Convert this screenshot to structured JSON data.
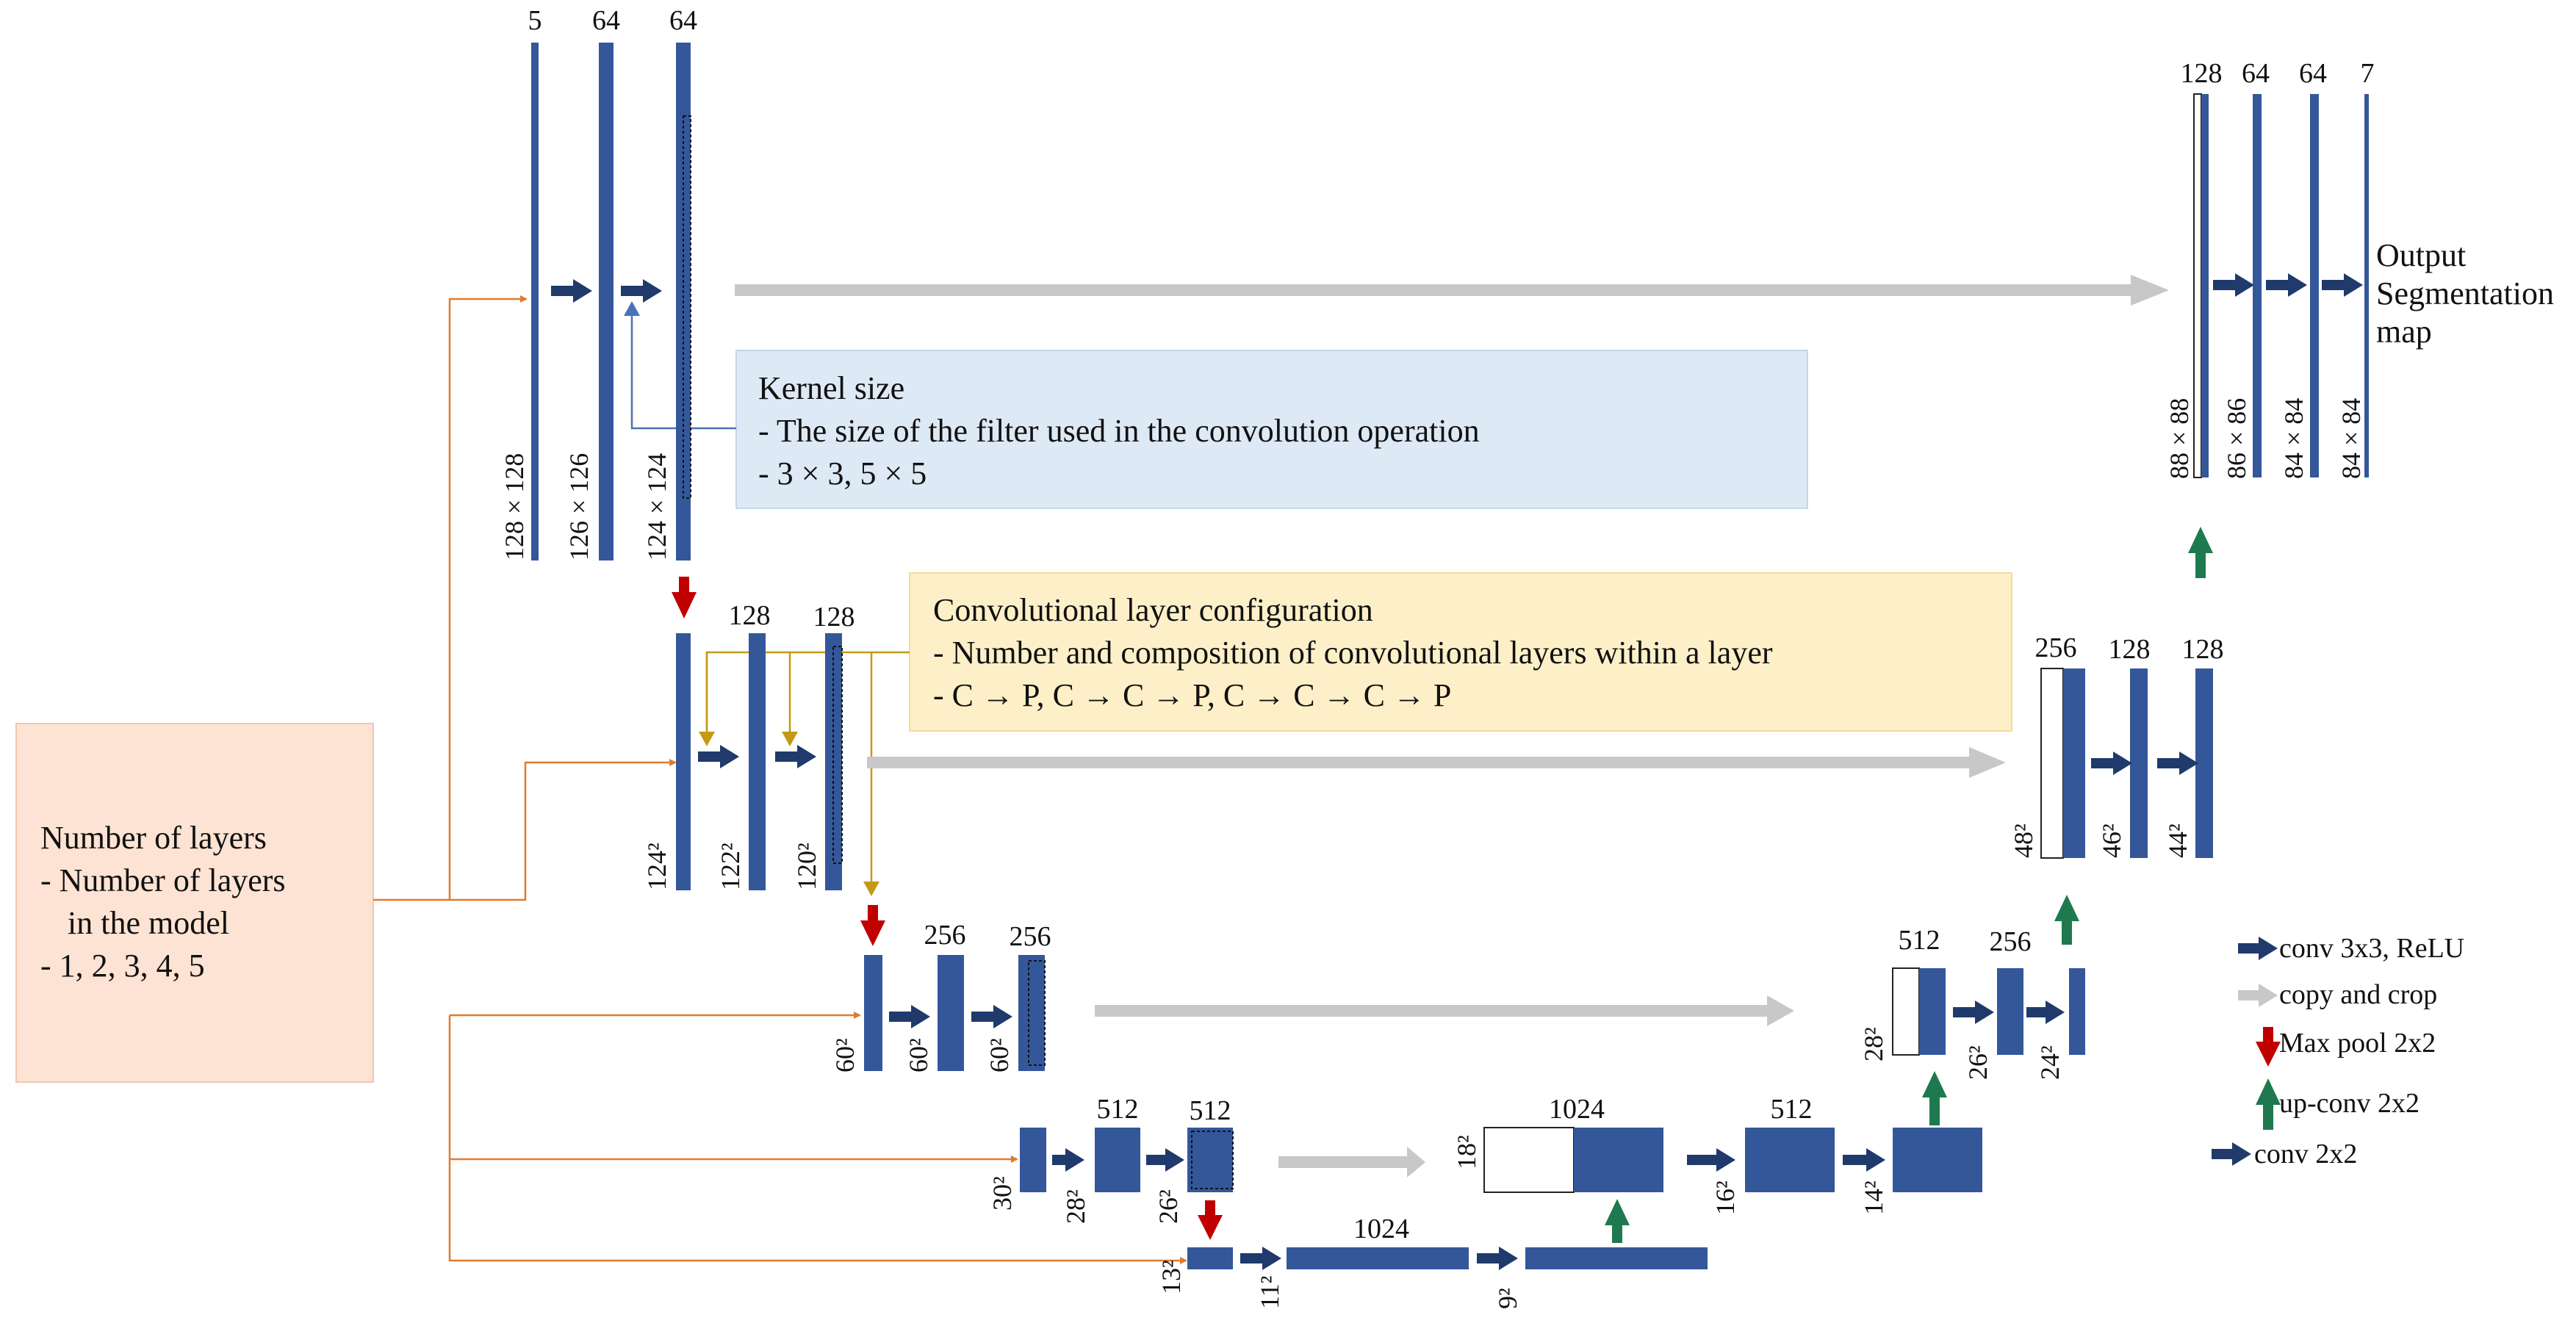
{
  "colors": {
    "block": "#34579a",
    "copy_arrow": "#c8c8c8",
    "pool_arrow": "#c00000",
    "upconv_arrow": "#1e7a4e",
    "conv_arrow": "#1f3a6b",
    "orange_line": "#e07b2e",
    "olive_line": "#c49a14",
    "blue_line": "#4a72b8",
    "kernel_box": "#dde9f5",
    "conv_box": "#fdf0c8",
    "layers_box": "#fce3d3"
  },
  "encoder": {
    "level1": {
      "channels": [
        "5",
        "64",
        "64"
      ],
      "sizes": [
        "128 × 128",
        "126 × 126",
        "124 × 124"
      ]
    },
    "level2": {
      "channels": [
        "128",
        "128"
      ],
      "sizes": [
        "124²",
        "122²",
        "120²"
      ]
    },
    "level3": {
      "channels": [
        "256",
        "256"
      ],
      "sizes": [
        "60²",
        "60²",
        "60²"
      ]
    },
    "level4": {
      "channels": [
        "512",
        "512"
      ],
      "sizes": [
        "30²",
        "28²",
        "26²"
      ]
    },
    "level5": {
      "channels": [
        "1024"
      ],
      "sizes": [
        "13²",
        "11²",
        "9²"
      ]
    }
  },
  "decoder": {
    "level4": {
      "channels": [
        "1024",
        "512"
      ],
      "sizes": [
        "18²",
        "16²",
        "14²"
      ]
    },
    "level3": {
      "channels": [
        "512",
        "256"
      ],
      "sizes": [
        "28²",
        "26²",
        "24²"
      ]
    },
    "level2": {
      "channels": [
        "256",
        "128",
        "128"
      ],
      "sizes": [
        "48²",
        "46²",
        "44²"
      ]
    },
    "level1": {
      "channels": [
        "128",
        "64",
        "64",
        "7"
      ],
      "sizes": [
        "88 × 88",
        "86 × 86",
        "84 × 84",
        "84 × 84"
      ]
    }
  },
  "output_label": [
    "Output",
    "Segmentation",
    "map"
  ],
  "kernel_box": {
    "title": "Kernel size",
    "line1": "- The size of the filter used in the convolution operation",
    "line2": "- 3 × 3, 5 × 5"
  },
  "conv_box": {
    "title": "Convolutional layer configuration",
    "line1": "- Number and composition of convolutional layers within a layer",
    "line2": "- C → P,  C → C → P,  C → C → C → P"
  },
  "layers_box": {
    "title": "Number  of layers",
    "line1": "- Number of layers",
    "line2": "in the model",
    "line3": "- 1, 2, 3, 4, 5"
  },
  "legend": {
    "conv": "conv 3x3, ReLU",
    "copy": "copy and crop",
    "pool": "Max pool 2x2",
    "upconv": "up-conv 2x2",
    "conv2": "conv 2x2"
  }
}
